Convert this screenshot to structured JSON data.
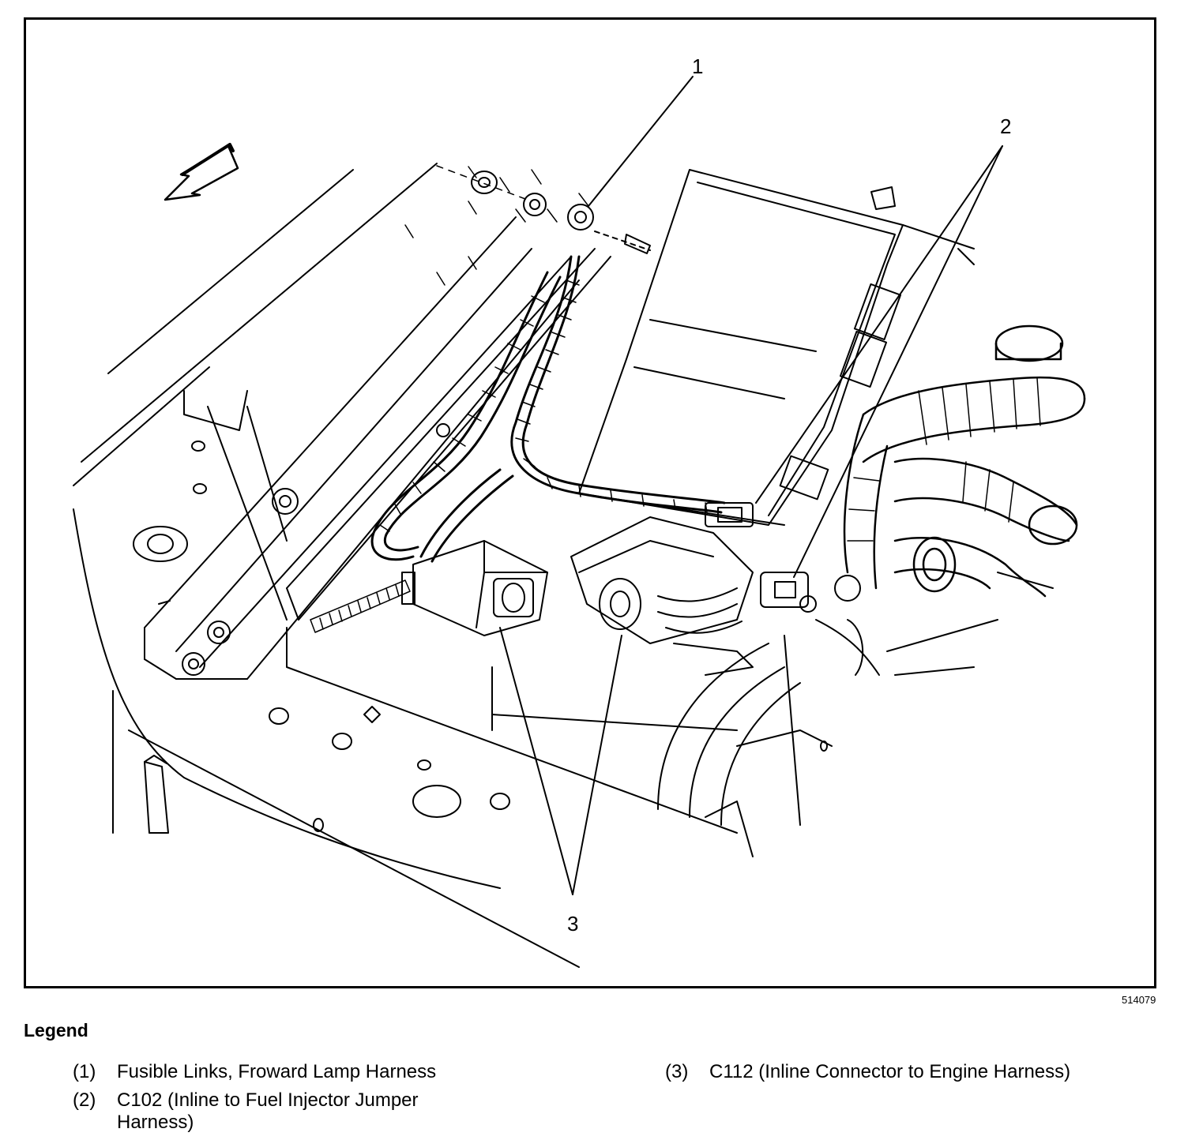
{
  "callouts": {
    "c1": "1",
    "c2": "2",
    "c3": "3"
  },
  "figure_id": "514079",
  "legend": {
    "title": "Legend",
    "items": [
      {
        "num": "(1)",
        "text": "Fusible Links, Froward Lamp Harness"
      },
      {
        "num": "(2)",
        "text": "C102 (Inline to Fuel Injector Jumper Harness)"
      },
      {
        "num": "(3)",
        "text": "C112 (Inline Connector to Engine Harness)"
      }
    ]
  }
}
